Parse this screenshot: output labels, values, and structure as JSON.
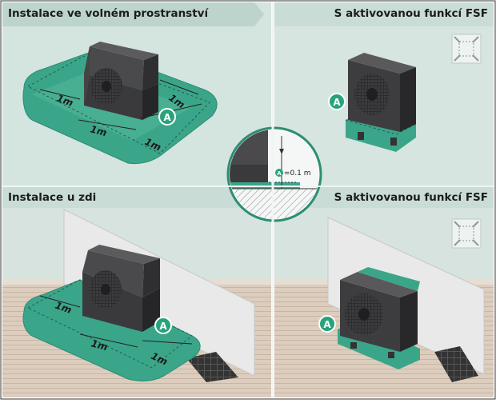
{
  "sections": {
    "top_left_title": "Instalace ve volném prostranství",
    "top_right_title": "S aktivovanou funkcí FSF",
    "bottom_left_title": "Instalace u zdi",
    "bottom_right_title": "S aktivovanou funkcí FSF"
  },
  "labels": {
    "distance": "1m",
    "marker": "A",
    "clearance": "=0.1 m"
  },
  "icons": [
    "fsf-compress-icon",
    "fsf-compress-icon"
  ],
  "colors": {
    "panel_bg": "#d4e4df",
    "header_bg": "#c2d8d1",
    "zone_green": "#3ba58a",
    "marker_green": "#27a37c",
    "unit_dark": "#3d3d3f",
    "floor_wood": "#d8c8b8"
  }
}
